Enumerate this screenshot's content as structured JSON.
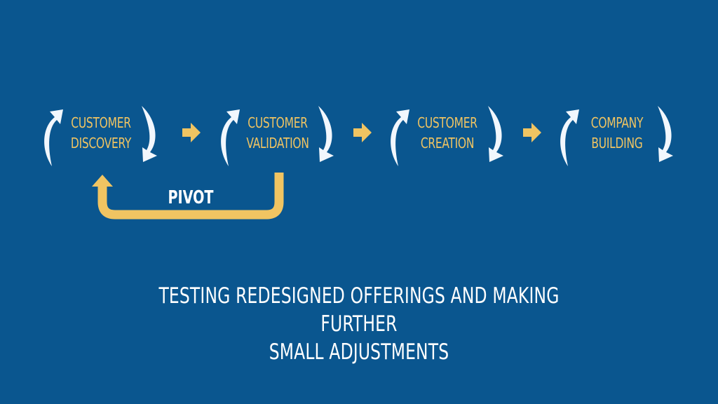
{
  "colors": {
    "background": "#0a568f",
    "accent": "#f0c462",
    "cycle_arrow": "#f2f7fd",
    "text_light": "#ffffff"
  },
  "stages": [
    {
      "line1": "CUSTOMER",
      "line2": "DISCOVERY"
    },
    {
      "line1": "CUSTOMER",
      "line2": "VALIDATION"
    },
    {
      "line1": "CUSTOMER",
      "line2": "CREATION"
    },
    {
      "line1": "COMPANY",
      "line2": "BUILDING"
    }
  ],
  "pivot": {
    "label": "PIVOT"
  },
  "caption": {
    "line1": "TESTING REDESIGNED OFFERINGS AND MAKING FURTHER",
    "line2": "SMALL ADJUSTMENTS"
  }
}
